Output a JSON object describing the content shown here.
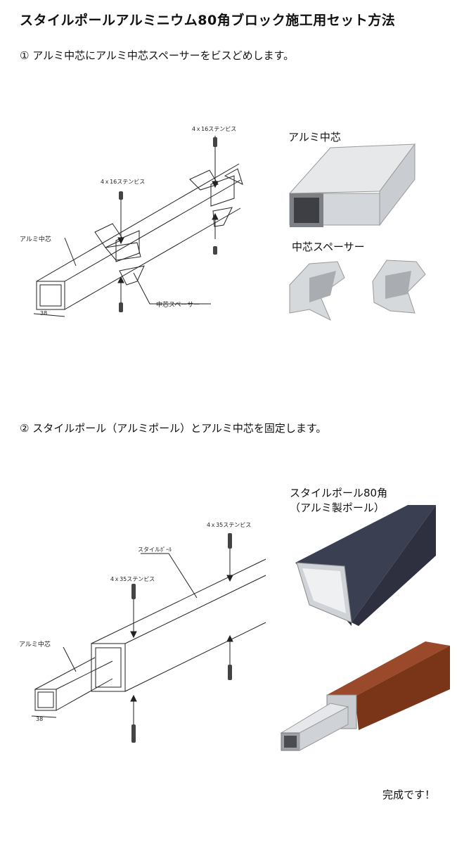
{
  "title": "スタイルポールアルミニウム80角ブロック施工用セット方法",
  "step1": {
    "text": "① アルミ中芯にアルミ中芯スペーサーをビスどめします。",
    "screw_label_1": "4ｘ16ステンビス",
    "screw_label_2": "4ｘ16ステンビス",
    "core_label": "アルミ中芯",
    "spacer_label": "中芯スペーサー",
    "dimension": "38",
    "photo_core_label": "アルミ中芯",
    "photo_spacer_label": "中芯スペーサー"
  },
  "step2": {
    "text": "② スタイルポール（アルミポール）とアルミ中芯を固定します。",
    "screw_label_1": "4ｘ35ステンビス",
    "screw_label_2": "4ｘ35ステンビス",
    "pole_label": "スタイルﾎﾟｰﾙ",
    "core_label": "アルミ中芯",
    "dimension": "38",
    "photo_pole_label_1": "スタイルポール80角",
    "photo_pole_label_2": "（アルミ製ポール）"
  },
  "done_text": "完成です！"
}
